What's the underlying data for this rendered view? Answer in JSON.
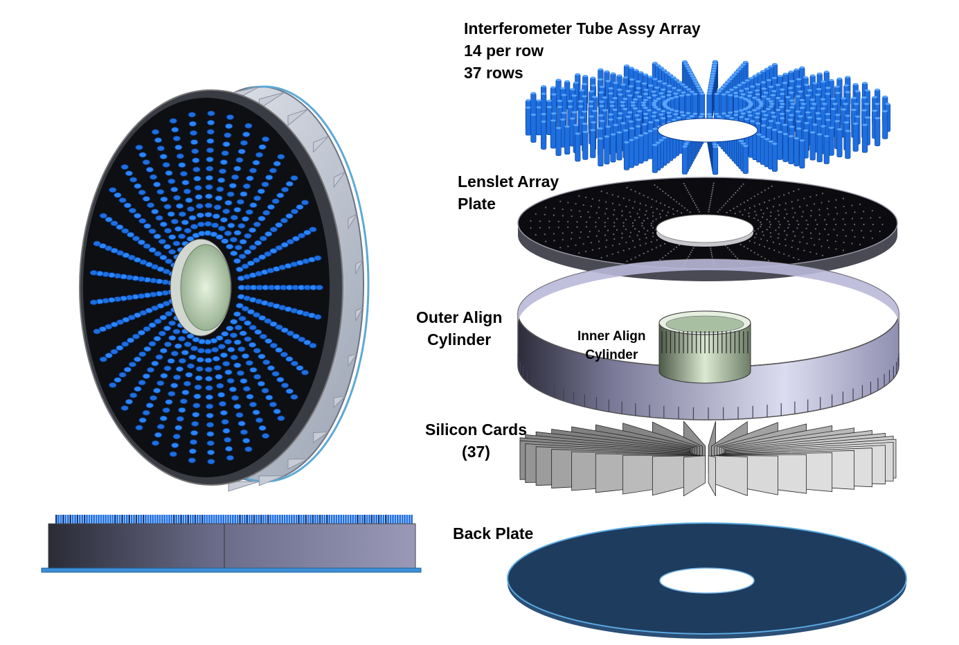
{
  "labels": {
    "tube_array": [
      "Interferometer Tube Assy Array",
      "14 per row",
      "37 rows"
    ],
    "lenslet_plate": [
      "Lenslet Array",
      "Plate"
    ],
    "outer_cylinder": [
      "Outer Align",
      "Cylinder"
    ],
    "inner_cylinder": [
      "Inner Align",
      "Cylinder"
    ],
    "silicon_cards": [
      "Silicon Cards",
      "(37)"
    ],
    "back_plate": [
      "Back Plate"
    ]
  },
  "assembly": {
    "rows": 37,
    "tubes_per_row": 14,
    "silicon_cards": 37
  },
  "colors": {
    "tube_blue": "#1e6fe0",
    "tube_dark": "#0b3a8a",
    "plate_black": "#0d0d0f",
    "cylinder_lavender": "#b7b6d6",
    "inner_cylinder_green": "#cfe2c8",
    "card_gray": "#8c8c8c",
    "back_plate_navy": "#1c3b5e"
  }
}
